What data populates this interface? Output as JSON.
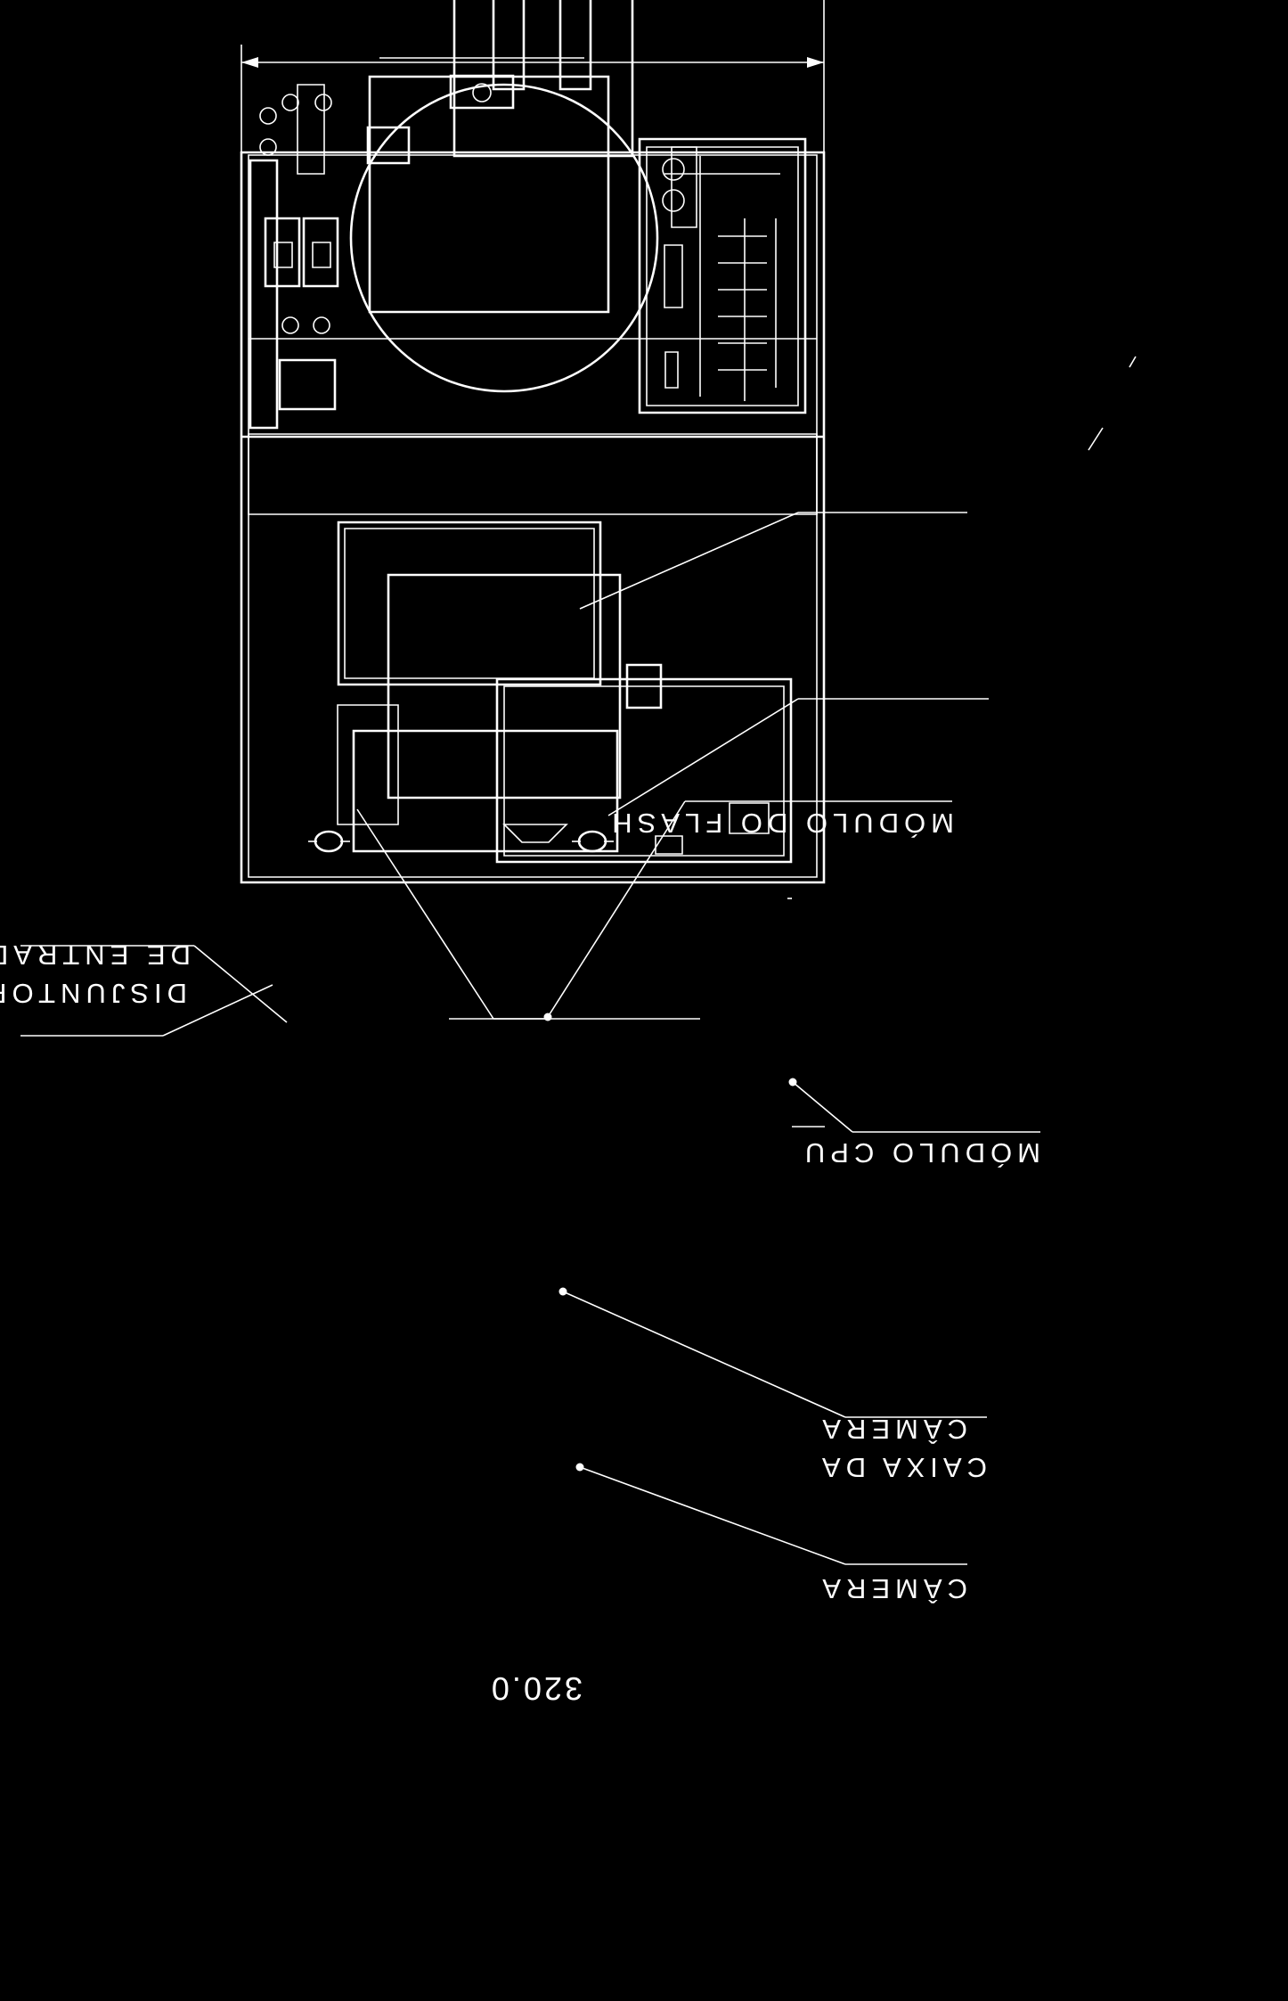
{
  "drawing": {
    "orientation": "rotated 180 degrees",
    "labels": {
      "flash_module": "MÓDULO DO FLASH",
      "input_breaker_line1": "DISJUNTOR",
      "input_breaker_line2": "DE ENTRADA",
      "cpu_module": "MÓDULO CPU",
      "camera_box_line1": "CAIXA DA",
      "camera_box_line2": "CÂMERA",
      "camera": "CÂMERA"
    },
    "dimension": "320.0",
    "colors": {
      "background": "#000000",
      "lines": "#ffffff"
    }
  }
}
